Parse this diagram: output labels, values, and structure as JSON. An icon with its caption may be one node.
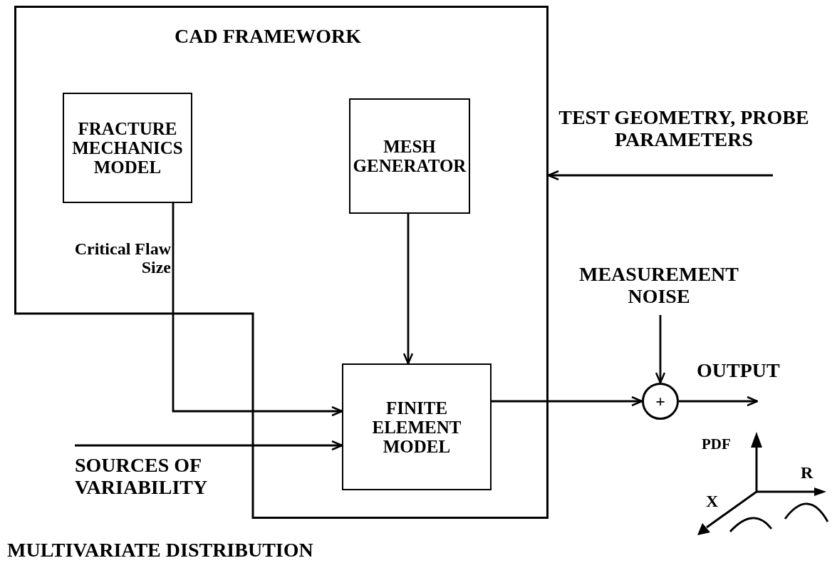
{
  "diagram": {
    "nodes": [
      {
        "text": [
          "CAD FRAMEWORK"
        ]
      },
      {
        "text": [
          "FRACTURE MECHANICS MODEL"
        ],
        "in": 0
      },
      {
        "text": [
          "MESH GENERATOR"
        ],
        "in": 0
      },
      {
        "text": [
          "FINITE ELEMENT MODEL"
        ],
        "in": 0
      },
      {
        "text": [
          "MEASUREMENT NOISE"
        ]
      },
      {
        "text": [
          "+"
        ]
      }
    ],
    "edges": [
      {
        "from": 1,
        "to": 3,
        "arrow": "to",
        "label": "Critical Flaw Size"
      },
      {
        "from": 2,
        "to": 3,
        "arrow": "to"
      },
      {
        "from": null,
        "to": 3,
        "arrow": "to",
        "label": "SOURCES OF VARIABILITY"
      },
      {
        "from": null,
        "to": 0,
        "arrow": "to",
        "label": "TEST GEOMETRY, PROBE PARAMETERS"
      },
      {
        "from": 4,
        "to": 5,
        "arrow": "to"
      },
      {
        "from": 3,
        "to": 5,
        "arrow": "to"
      },
      {
        "from": 5,
        "to": null,
        "arrow": "to",
        "label": "OUTPUT"
      }
    ],
    "labels": [
      "MULTIVARIATE DISTRIBUTION",
      "PDF",
      "R",
      "X"
    ]
  }
}
